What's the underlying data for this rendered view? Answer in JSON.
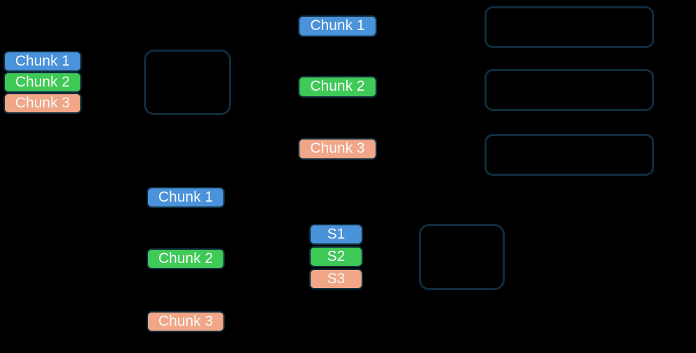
{
  "background_color": "#000000",
  "colors": {
    "chunk1_blue": "#4a92da",
    "chunk2_green": "#3fc956",
    "chunk3_salmon": "#f0a687",
    "outline_navy": "#0f2d3d",
    "chip_text": "#f7f9f8"
  },
  "left_stack": {
    "chips": [
      {
        "label": "Chunk 1"
      },
      {
        "label": "Chunk 2"
      },
      {
        "label": "Chunk 3"
      }
    ]
  },
  "middle_column": {
    "chips": [
      {
        "label": "Chunk 1"
      },
      {
        "label": "Chunk 2"
      },
      {
        "label": "Chunk 3"
      }
    ]
  },
  "bottom_left_column": {
    "chips": [
      {
        "label": "Chunk 1"
      },
      {
        "label": "Chunk 2"
      },
      {
        "label": "Chunk 3"
      }
    ]
  },
  "sentence_stack": {
    "chips": [
      {
        "label": "S1"
      },
      {
        "label": "S2"
      },
      {
        "label": "S3"
      }
    ]
  }
}
